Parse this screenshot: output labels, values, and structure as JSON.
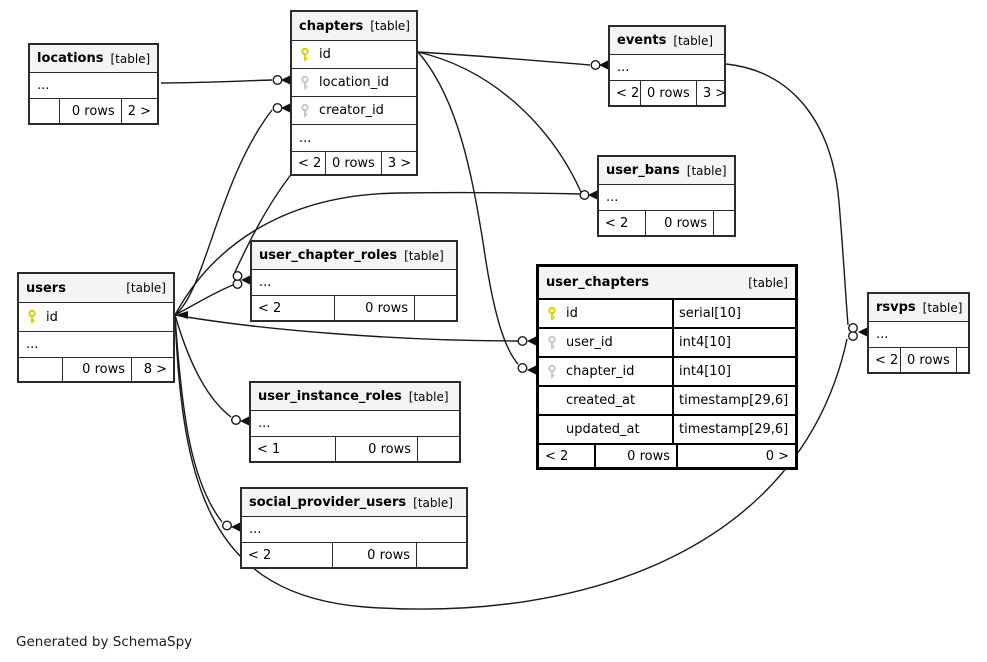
{
  "caption": "Generated by SchemaSpy",
  "colors": {
    "pk_key": "#d9d400",
    "fk_key": "#c9c9c9",
    "header_bg": "#f4f4f4",
    "border": "#2b2b2b",
    "highlight_border": "#000000",
    "line": "#1a1a1a"
  },
  "tables": [
    {
      "id": "locations",
      "name": "locations",
      "tag": "[table]",
      "columns": [],
      "ellipsis": true,
      "footer": [
        "",
        "0 rows",
        "2 >"
      ],
      "highlighted": false,
      "tag_right": false
    },
    {
      "id": "chapters",
      "name": "chapters",
      "tag": "[table]",
      "columns": [
        {
          "name": "id",
          "key": "pk"
        },
        {
          "name": "location_id",
          "key": "fk"
        },
        {
          "name": "creator_id",
          "key": "fk"
        }
      ],
      "ellipsis": true,
      "footer": [
        "< 2",
        "0 rows",
        "3 >"
      ],
      "highlighted": false,
      "tag_right": false
    },
    {
      "id": "events",
      "name": "events",
      "tag": "[table]",
      "columns": [],
      "ellipsis": true,
      "footer": [
        "< 2",
        "0 rows",
        "3 >"
      ],
      "highlighted": false,
      "tag_right": false
    },
    {
      "id": "user_bans",
      "name": "user_bans",
      "tag": "[table]",
      "columns": [],
      "ellipsis": true,
      "footer": [
        "< 2",
        "0 rows",
        ""
      ],
      "highlighted": false,
      "tag_right": false
    },
    {
      "id": "user_chapter_roles",
      "name": "user_chapter_roles",
      "tag": "[table]",
      "columns": [],
      "ellipsis": true,
      "footer": [
        "< 2",
        "0 rows",
        ""
      ],
      "highlighted": false,
      "tag_right": false
    },
    {
      "id": "users",
      "name": "users",
      "tag": "[table]",
      "columns": [
        {
          "name": "id",
          "key": "pk"
        }
      ],
      "ellipsis": true,
      "footer": [
        "",
        "0 rows",
        "8 >"
      ],
      "highlighted": false,
      "tag_right": true
    },
    {
      "id": "user_chapters",
      "name": "user_chapters",
      "tag": "[table]",
      "columns": [
        {
          "name": "id",
          "key": "pk",
          "type": "serial[10]"
        },
        {
          "name": "user_id",
          "key": "fk",
          "type": "int4[10]"
        },
        {
          "name": "chapter_id",
          "key": "fk",
          "type": "int4[10]"
        },
        {
          "name": "created_at",
          "key": null,
          "type": "timestamp[29,6]"
        },
        {
          "name": "updated_at",
          "key": null,
          "type": "timestamp[29,6]"
        }
      ],
      "ellipsis": false,
      "footer": [
        "< 2",
        "0 rows",
        "0 >"
      ],
      "highlighted": true,
      "tag_right": true
    },
    {
      "id": "user_instance_roles",
      "name": "user_instance_roles",
      "tag": "[table]",
      "columns": [],
      "ellipsis": true,
      "footer": [
        "< 1",
        "0 rows",
        ""
      ],
      "highlighted": false,
      "tag_right": false
    },
    {
      "id": "social_provider_users",
      "name": "social_provider_users",
      "tag": "[table]",
      "columns": [],
      "ellipsis": true,
      "footer": [
        "< 2",
        "0 rows",
        ""
      ],
      "highlighted": false,
      "tag_right": false
    },
    {
      "id": "rsvps",
      "name": "rsvps",
      "tag": "[table]",
      "columns": [],
      "ellipsis": true,
      "footer": [
        "< 2",
        "0 rows",
        ""
      ],
      "highlighted": false,
      "tag_right": false
    }
  ],
  "relationships": [
    {
      "from": "locations",
      "to": "chapters"
    },
    {
      "from": "users",
      "to": "chapters"
    },
    {
      "from": "chapters",
      "to": "events"
    },
    {
      "from": "chapters",
      "to": "user_bans"
    },
    {
      "from": "users",
      "to": "user_bans"
    },
    {
      "from": "users",
      "to": "user_chapter_roles"
    },
    {
      "from": "chapters",
      "to": "user_chapter_roles"
    },
    {
      "from": "users",
      "to": "user_chapters"
    },
    {
      "from": "chapters",
      "to": "user_chapters"
    },
    {
      "from": "users",
      "to": "user_instance_roles"
    },
    {
      "from": "users",
      "to": "social_provider_users"
    },
    {
      "from": "users",
      "to": "rsvps"
    },
    {
      "from": "events",
      "to": "rsvps"
    }
  ]
}
